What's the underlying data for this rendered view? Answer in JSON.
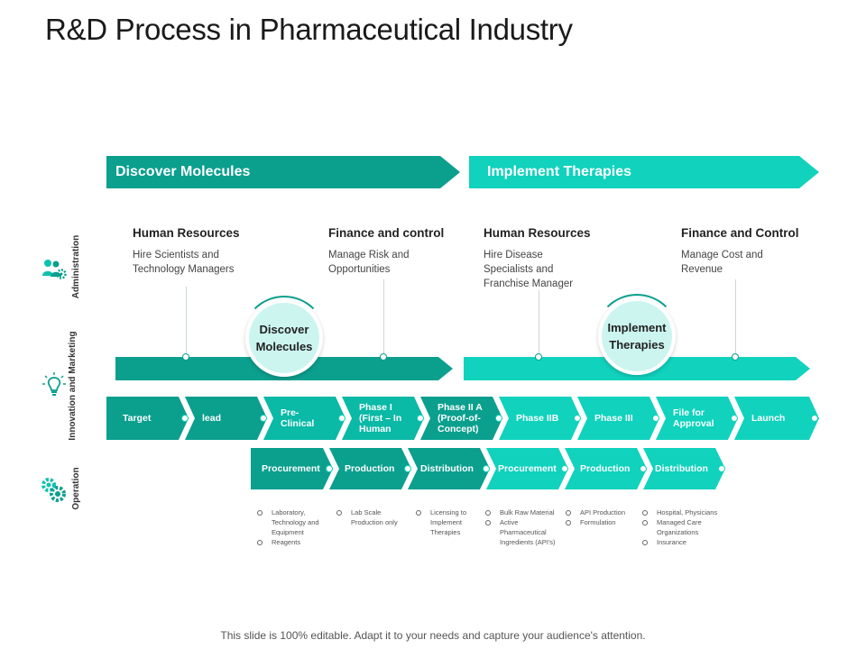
{
  "title": "R&D Process in Pharmaceutical Industry",
  "banners": [
    "Discover Molecules",
    "Implement Therapies"
  ],
  "row_labels": [
    "Administration",
    "Innovation and Marketing",
    "Operation"
  ],
  "icons": [
    "people-gear-icon",
    "lightbulb-icon",
    "gears-icon"
  ],
  "admin_columns": [
    {
      "heading": "Human Resources",
      "desc": "Hire Scientists and Technology Managers"
    },
    {
      "heading": "Finance and control",
      "desc": "Manage Risk and Opportunities"
    },
    {
      "heading": "Human Resources",
      "desc": "Hire Disease Specialists and Franchise Manager"
    },
    {
      "heading": "Finance and Control",
      "desc": "Manage Cost and Revenue"
    }
  ],
  "circles": [
    "Discover Molecules",
    "Implement Therapies"
  ],
  "stages": [
    "Target",
    "lead",
    "Pre-Clinical",
    "Phase I (First – In Human",
    "Phase II A (Proof-of-Concept)",
    "Phase IIB",
    "Phase III",
    "File for Approval",
    "Launch"
  ],
  "operations": [
    "Procurement",
    "Production",
    "Distribution",
    "Procurement",
    "Production",
    "Distribution"
  ],
  "operation_details": [
    [
      "Laboratory, Technology and Equipment",
      "Reagents"
    ],
    [
      "Lab Scale Production only"
    ],
    [
      "Licensing to Implement Therapies"
    ],
    [
      "Bulk Raw Material",
      "Active Pharmaceutical Ingredients (API's)"
    ],
    [
      "API Production",
      "Formulation"
    ],
    [
      "Hospital, Physicians",
      "Managed Care Organizations",
      "Insurance"
    ]
  ],
  "footer": "This slide is 100% editable. Adapt it to your needs and capture your audience's attention.",
  "colors": {
    "dark": "#0b9f8e",
    "mid": "#0ec2ae",
    "light": "#10d2bd"
  }
}
